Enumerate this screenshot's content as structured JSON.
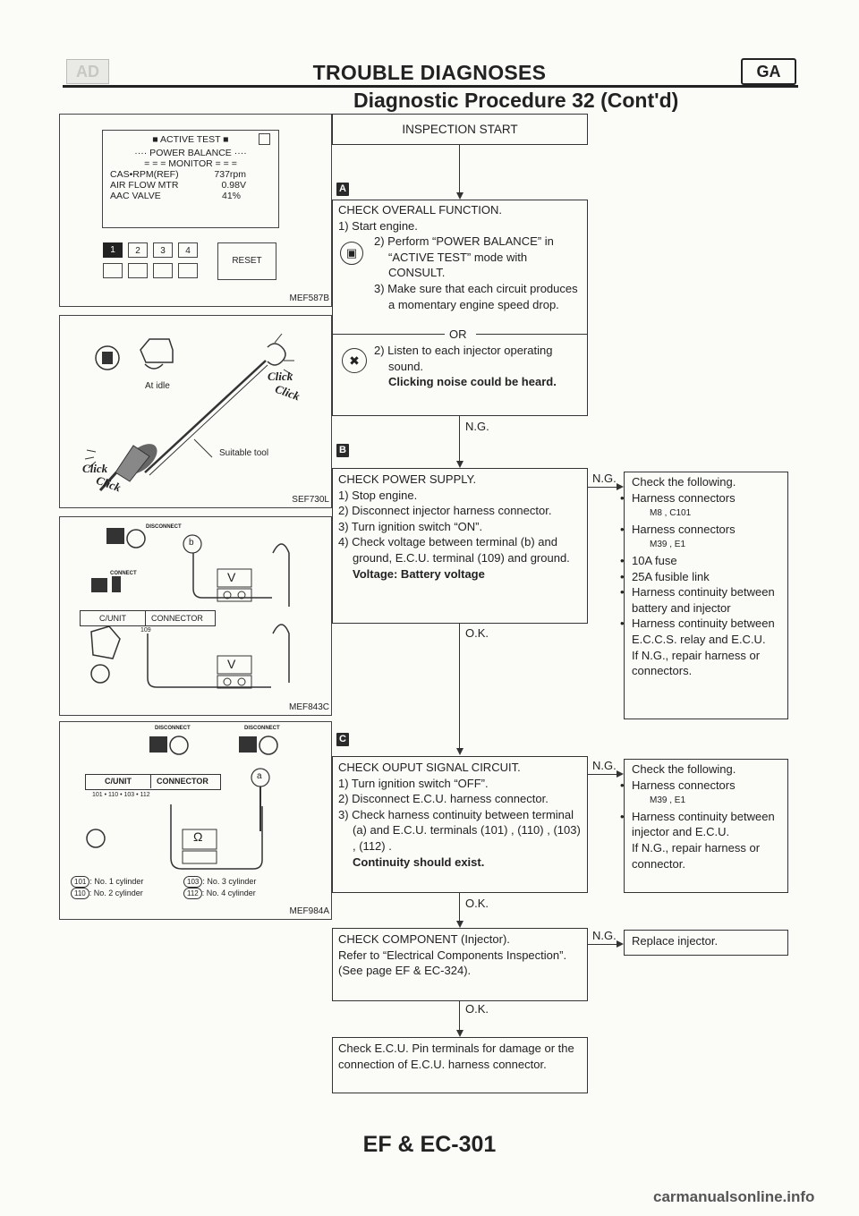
{
  "header": {
    "section_tag": "AD",
    "title": "TROUBLE DIAGNOSES",
    "badge": "GA",
    "subtitle": "Diagnostic Procedure 32 (Cont'd)"
  },
  "letters": {
    "A": "A",
    "B": "B",
    "C": "C"
  },
  "fig1": {
    "screen_title": "■ ACTIVE TEST ■",
    "line2": "···· POWER BALANCE ····",
    "line3": "= = = MONITOR = = =",
    "rows": [
      [
        "CAS•RPM(REF)",
        "737rpm"
      ],
      [
        "AIR FLOW MTR",
        "0.98V"
      ],
      [
        "AAC VALVE",
        "41%"
      ]
    ],
    "keys": [
      "1",
      "2",
      "3",
      "4"
    ],
    "reset": "RESET",
    "code": "MEF587B"
  },
  "fig2": {
    "at_idle": "At idle",
    "click1": "Click",
    "click2": "Click",
    "click3": "Click",
    "click4": "Click",
    "tool": "Suitable tool",
    "code": "SEF730L"
  },
  "fig3": {
    "disconnect": "DISCONNECT",
    "connect": "CONNECT",
    "cunit": "C/UNIT",
    "connector": "CONNECTOR",
    "pin": "109",
    "meter": "V",
    "term": "b",
    "code": "MEF843C"
  },
  "fig4": {
    "disconnect": "DISCONNECT",
    "cunit": "C/UNIT",
    "connector": "CONNECTOR",
    "pins": "101 • 110 • 103 • 112",
    "meter": "Ω",
    "term": "a",
    "legend": [
      [
        "101",
        ": No. 1 cylinder"
      ],
      [
        "110",
        ": No. 2 cylinder"
      ],
      [
        "103",
        ": No. 3 cylinder"
      ],
      [
        "112",
        ": No. 4 cylinder"
      ]
    ],
    "code": "MEF984A"
  },
  "flow": {
    "start": "INSPECTION START",
    "overall": {
      "title": "CHECK OVERALL FUNCTION.",
      "s1": "1) Start engine.",
      "s2": "2) Perform “POWER BALANCE” in “ACTIVE TEST” mode with CONSULT.",
      "s3": "3) Make sure that each circuit produces a momentary engine speed drop.",
      "or": "OR",
      "s2b": "2) Listen to each injector operating sound.",
      "note": "Clicking noise could be heard."
    },
    "ng1": "N.G.",
    "power": {
      "title": "CHECK POWER SUPPLY.",
      "s1": "1) Stop engine.",
      "s2": "2) Disconnect injector harness connector.",
      "s3": "3) Turn ignition switch “ON”.",
      "s4": "4) Check voltage between terminal (b) and ground, E.C.U. terminal (109) and ground.",
      "note": "Voltage: Battery voltage"
    },
    "ng2": "N.G.",
    "check1": {
      "title": "Check the following.",
      "items": [
        "Harness connectors",
        "M8 , C101",
        "Harness connectors",
        "M39 , E1",
        "10A fuse",
        "25A fusible link",
        "Harness continuity between battery and injector",
        "Harness continuity between E.C.C.S. relay and E.C.U.",
        "If N.G., repair harness or connectors."
      ]
    },
    "ok1": "O.K.",
    "output": {
      "title": "CHECK OUPUT SIGNAL CIRCUIT.",
      "s1": "1) Turn ignition switch “OFF”.",
      "s2": "2) Disconnect E.C.U. harness connector.",
      "s3": "3) Check harness continuity between terminal (a) and E.C.U. terminals (101) , (110) , (103) , (112) .",
      "note": "Continuity should exist."
    },
    "ng3": "N.G.",
    "check2": {
      "title": "Check the following.",
      "items": [
        "Harness connectors",
        "M39 , E1",
        "Harness continuity between injector and E.C.U.",
        "If N.G., repair harness or connector."
      ]
    },
    "ok2": "O.K.",
    "component": {
      "title": "CHECK COMPONENT (Injector).",
      "body": "Refer to “Electrical Components Inspection”.",
      "see": "(See page EF & EC-324)."
    },
    "ng4": "N.G.",
    "replace": "Replace injector.",
    "ok3": "O.K.",
    "final": "Check E.C.U. Pin terminals for damage or the connection of E.C.U. harness connector."
  },
  "footer": "EF & EC-301",
  "watermark": "carmanualsonline.info"
}
